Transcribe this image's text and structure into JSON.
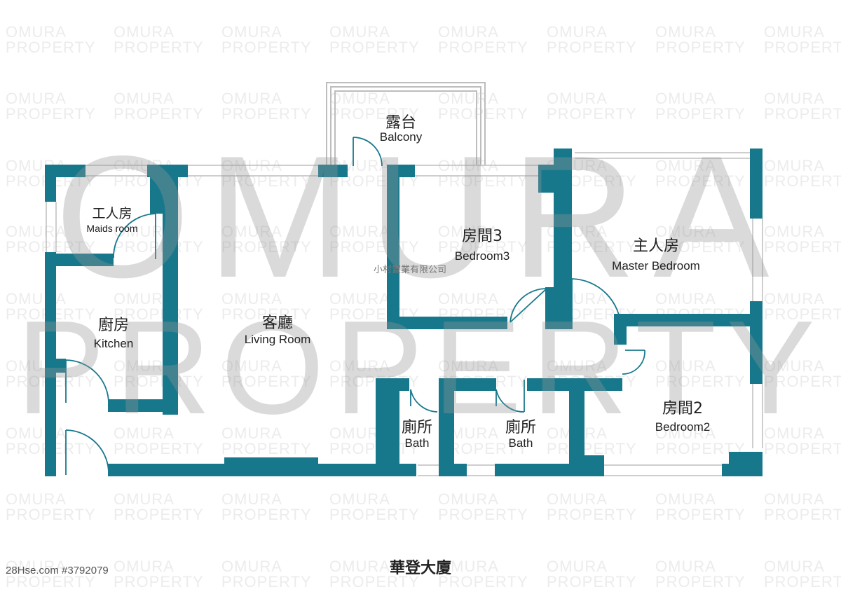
{
  "watermark": {
    "tile_line1": "OMURA",
    "tile_line2": "PROPERTY",
    "big_line1": "OMURA",
    "big_line2": "PROPERTY",
    "company": "小村置業有限公司"
  },
  "colors": {
    "wall": "#17788c",
    "window": "#b9b9b9",
    "text": "#222222"
  },
  "rooms": {
    "balcony": {
      "cn": "露台",
      "en": "Balcony"
    },
    "maids": {
      "cn": "工人房",
      "en": "Maids room"
    },
    "bedroom3": {
      "cn": "房間3",
      "en": "Bedroom3"
    },
    "master": {
      "cn": "主人房",
      "en": "Master Bedroom"
    },
    "kitchen": {
      "cn": "廚房",
      "en": "Kitchen"
    },
    "living": {
      "cn": "客廳",
      "en": "Living Room"
    },
    "bath1": {
      "cn": "廁所",
      "en": "Bath"
    },
    "bath2": {
      "cn": "廁所",
      "en": "Bath"
    },
    "bedroom2": {
      "cn": "房間2",
      "en": "Bedroom2"
    }
  },
  "footer": {
    "building_name": "華登大廈",
    "listing_id": "28Hse.com #3792079"
  }
}
